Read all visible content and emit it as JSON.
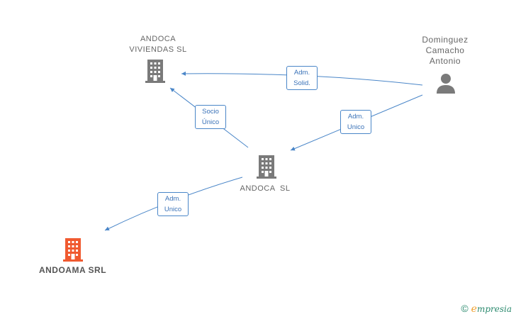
{
  "nodes": {
    "andoca_viviendas": {
      "label_1": "ANDOCA",
      "label_2": "VIVIENDAS SL"
    },
    "andoca_sl": {
      "label": "ANDOCA  SL"
    },
    "andoama": {
      "label": "ANDOAMA SRL"
    },
    "person": {
      "label_1": "Dominguez",
      "label_2": "Camacho",
      "label_3": "Antonio"
    }
  },
  "edges": {
    "person_to_viviendas": {
      "line1": "Adm.",
      "line2": "Solid."
    },
    "person_to_andoca": {
      "line1": "Adm.",
      "line2": "Unico"
    },
    "andoca_to_viviendas": {
      "line1": "Socio",
      "line2": "Único"
    },
    "andoca_to_andoama": {
      "line1": "Adm.",
      "line2": "Unico"
    }
  },
  "colors": {
    "edge": "#4a86c8",
    "building": "#7a7a7a",
    "highlight": "#f05a30",
    "person": "#7a7a7a"
  },
  "footer": {
    "copyright": "©",
    "brand_e": "e",
    "brand_rest": "mpresia"
  }
}
